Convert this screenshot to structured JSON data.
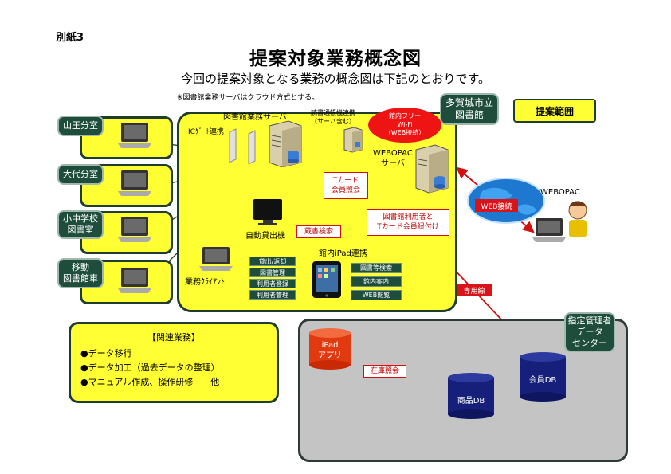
{
  "doc_label": "別紙3",
  "title": "提案対象業務概念図",
  "subtitle": "今回の提案対象となる業務の概念図は下記のとおりです。",
  "note": "※図書館業務サーバはクラウド方式とする。",
  "scope_label": "提案範囲",
  "main_library": "多賀城市立\n図書館",
  "branches": [
    "山王分室",
    "大代分室",
    "小中学校\n図書室",
    "移動\n図書館車"
  ],
  "server_label": "図書館業務サーバ",
  "ic_gate_label": "ICｹﾞｰﾄ連携",
  "reading_label": "読書通帳機連携\n（サーバ含む）",
  "wifi_label": "館内フリー\nWi-Fi\n（WEB接続）",
  "webopac_server_label": "WEBOPAC\nサーバ",
  "tcard_label": "Tカード\n会員照会",
  "link_label": "図書館利用者と\nTカード会員紐付け",
  "webopac_label": "WEBOPAC",
  "web_connect_label": "WEB接続",
  "kiosk_label": "自動貸出機",
  "search_label": "蔵書検索",
  "ipad_label": "館内iPad連携",
  "client_label": "業務ｸﾗｲｱﾝﾄ",
  "client_funcs": [
    "貸出/返却",
    "図書管理",
    "利用者登録",
    "利用者管理"
  ],
  "ipad_funcs": [
    "図書等検索",
    "館内案内",
    "WEB閲覧"
  ],
  "dedicated_line": "専用線",
  "datacenter_label": "指定管理者\nデータ\nセンター",
  "ipad_app": "iPad\nアプリ",
  "stock_label": "在庫照会",
  "product_db": "商品DB",
  "member_db": "会員DB",
  "related_title": "【関連業務】",
  "related_items": [
    "●データ移行",
    "●データ加工（過去データの整理）",
    "●マニュアル作成、操作研修　　他"
  ],
  "colors": {
    "yellow": "#ffff33",
    "dark_green": "#1e4d3c",
    "red": "#d8141a",
    "navy": "#16207a"
  }
}
